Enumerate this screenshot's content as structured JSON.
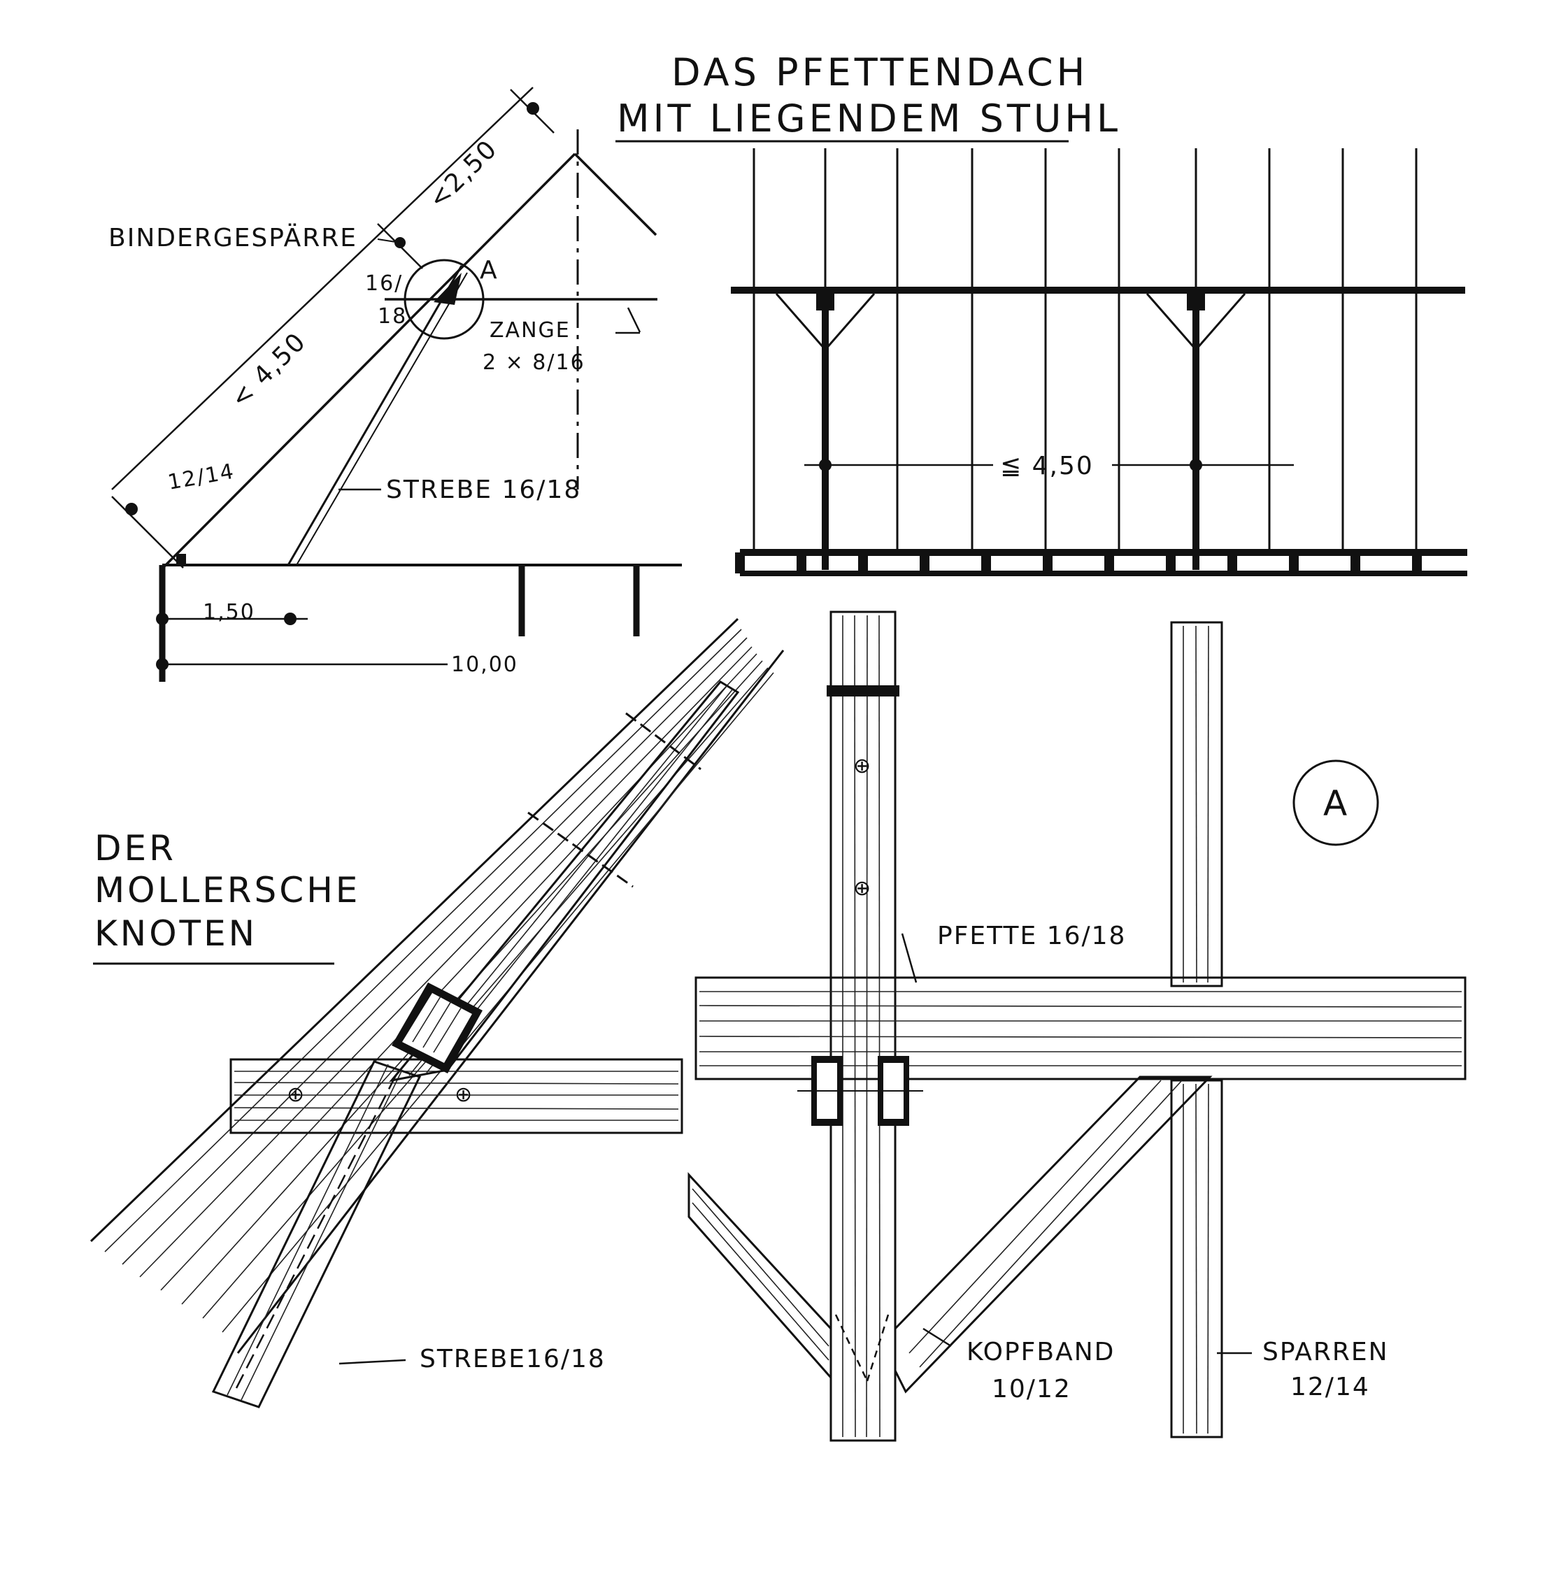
{
  "title": {
    "line1": "DAS PFETTENDACH",
    "line2": "MIT LIEGENDEM STUHL"
  },
  "section_drawing": {
    "label_bindergesparre": "BINDERGESPÄRRE",
    "dim_rafter_upper": "<2,50",
    "dim_rafter_lower": "< 4,50",
    "rafter_section": "12/14",
    "node_section_top": "16/",
    "node_section_bottom": "18",
    "detail_marker": "A",
    "label_zange": "ZANGE",
    "zange_size": "2 × 8/16",
    "label_strebe": "STREBE 16/18",
    "dim_offset": "1,50",
    "dim_span": "10,00"
  },
  "elevation_drawing": {
    "dim_spacing": "≦ 4,50"
  },
  "knot_detail": {
    "heading_line1": "DER",
    "heading_line2": "MOLLERSCHE",
    "heading_line3": "KNOTEN",
    "label_strebe": "STREBE16/18"
  },
  "plan_detail": {
    "detail_marker": "A",
    "label_pfette": "PFETTE 16/18",
    "label_kopfband": "KOPFBAND",
    "kopfband_size": "10/12",
    "label_sparren": "SPARREN",
    "sparren_size": "12/14"
  }
}
